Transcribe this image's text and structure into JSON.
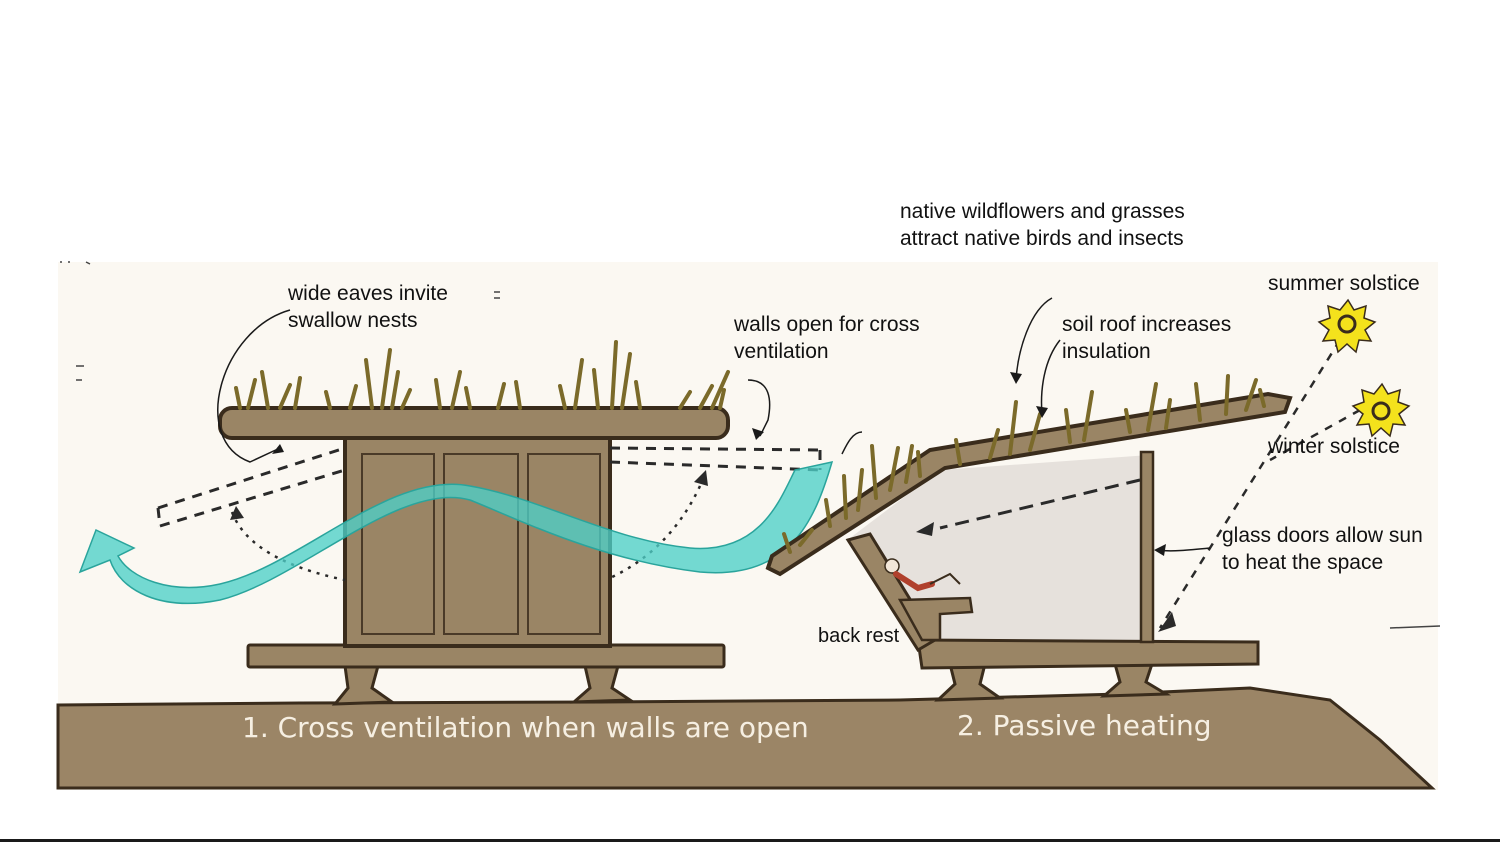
{
  "labels": {
    "wide_eaves": [
      "wide eaves invite",
      "swallow nests"
    ],
    "walls_open": [
      "walls open for cross",
      "ventilation"
    ],
    "wildflowers": [
      "native wildflowers and grasses",
      "attract native birds and insects"
    ],
    "soil_roof": [
      "soil roof increases",
      "insulation"
    ],
    "summer": "summer solstice",
    "winter": "winter solstice",
    "glass_doors": [
      "glass doors allow sun",
      "to heat the space"
    ],
    "back_rest": "back rest"
  },
  "captions": {
    "cross": "1. Cross ventilation when walls are open",
    "passive": "2. Passive heating"
  },
  "colors": {
    "ground": "#9b8566",
    "wood": "#9a8565",
    "outline": "#3a2c1c",
    "interior": "#e6e1dc",
    "air_flow": "#4dd0c8",
    "sun": "#f4e21c",
    "grass": "#7b6a2a",
    "paper": "#fbf8f2"
  }
}
